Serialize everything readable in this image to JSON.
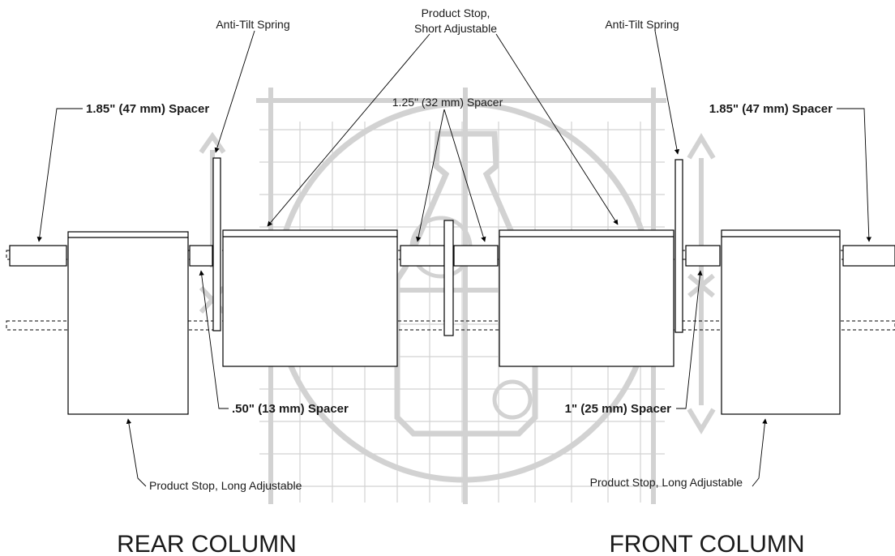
{
  "labels": {
    "anti_tilt_left": "Anti-Tilt Spring",
    "anti_tilt_right": "Anti-Tilt Spring",
    "short_stop_line1": "Product Stop,",
    "short_stop_line2": "Short Adjustable",
    "spacer_185_left": "1.85\" (47 mm) Spacer",
    "spacer_185_right": "1.85\" (47 mm) Spacer",
    "spacer_125": "1.25\" (32 mm) Spacer",
    "spacer_050": ".50\" (13 mm) Spacer",
    "spacer_100": "1\" (25 mm) Spacer",
    "long_stop_left": "Product Stop, Long Adjustable",
    "long_stop_right": "Product Stop, Long Adjustable",
    "rear_column": "REAR COLUMN",
    "front_column": "FRONT COLUMN"
  },
  "colors": {
    "line": "#000000",
    "watermark": "#d2d2d2",
    "background": "#ffffff"
  }
}
